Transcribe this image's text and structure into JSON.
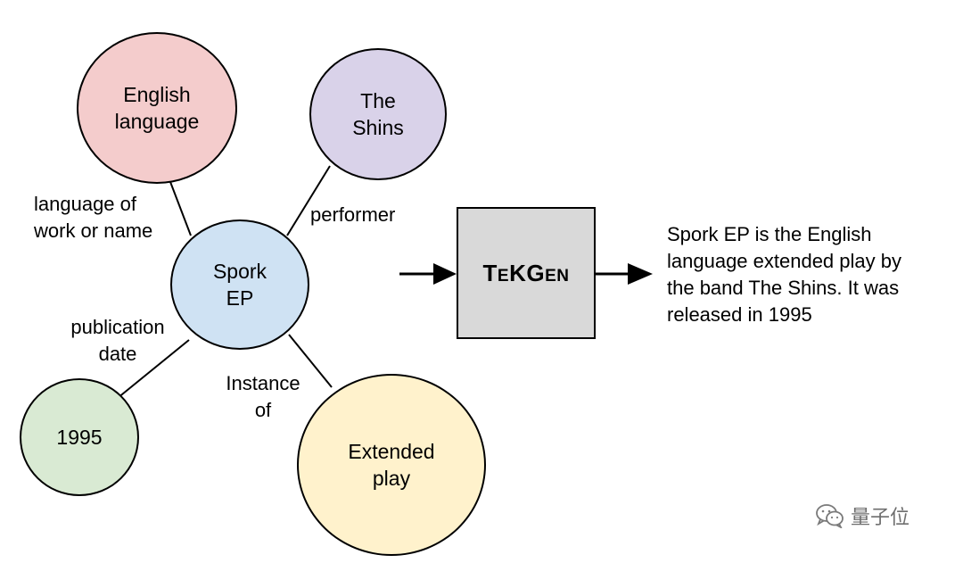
{
  "diagram": {
    "nodes": {
      "center": {
        "lines": [
          "Spork",
          "EP"
        ],
        "fill": "#cfe2f3"
      },
      "english": {
        "lines": [
          "English",
          "language"
        ],
        "fill": "#f4cccc"
      },
      "shins": {
        "lines": [
          "The",
          "Shins"
        ],
        "fill": "#d9d2e9"
      },
      "year": {
        "lines": [
          "1995"
        ],
        "fill": "#d9ead3"
      },
      "extended": {
        "lines": [
          "Extended",
          "play"
        ],
        "fill": "#fff2cc"
      }
    },
    "edge_labels": {
      "language": [
        "language of",
        "work or name"
      ],
      "performer": [
        "performer"
      ],
      "publication": [
        "publication",
        "date"
      ],
      "instance": [
        "Instance",
        "of"
      ]
    },
    "model": {
      "name_parts": [
        "T",
        "E",
        "KG",
        "EN"
      ],
      "fill": "#d9d9d9"
    },
    "output_lines": [
      "Spork EP is the English",
      "language extended play by",
      "the band The Shins. It was",
      "released in 1995"
    ]
  },
  "watermark": {
    "text": "量子位",
    "icon": "wechat-icon"
  }
}
